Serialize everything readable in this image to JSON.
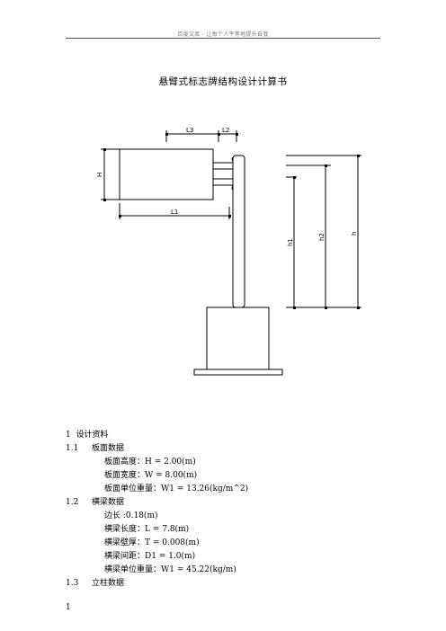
{
  "header": {
    "text": "百度文库 - 让每个人平等地提升自我"
  },
  "title": "悬臂式标志牌结构设计计算书",
  "drawing": {
    "labels": {
      "L3": "L3",
      "L2": "L2",
      "L1": "L1",
      "H": "H",
      "h1": "h1",
      "h2": "h2",
      "h": "h"
    }
  },
  "sections": {
    "s1": {
      "num": "1",
      "title": "设计资料"
    },
    "s11": {
      "num": "1.1",
      "title": "板面数据"
    },
    "s11_items": [
      "板面高度：H = 2.00(m)",
      "板面宽度：W = 8.00(m)",
      "板面单位重量：W1 = 13.26(kg/m^2)"
    ],
    "s12": {
      "num": "1.2",
      "title": "横梁数据"
    },
    "s12_items": [
      "边长 :0.18(m)",
      "横梁长度：L = 7.8(m)",
      "横梁壁厚：T = 0.008(m)",
      "横梁间距：D1 = 1.0(m)",
      "横梁单位重量：W1 = 45.22(kg/m)"
    ],
    "s13": {
      "num": "1.3",
      "title": "立柱数据"
    }
  },
  "page_number": "1"
}
